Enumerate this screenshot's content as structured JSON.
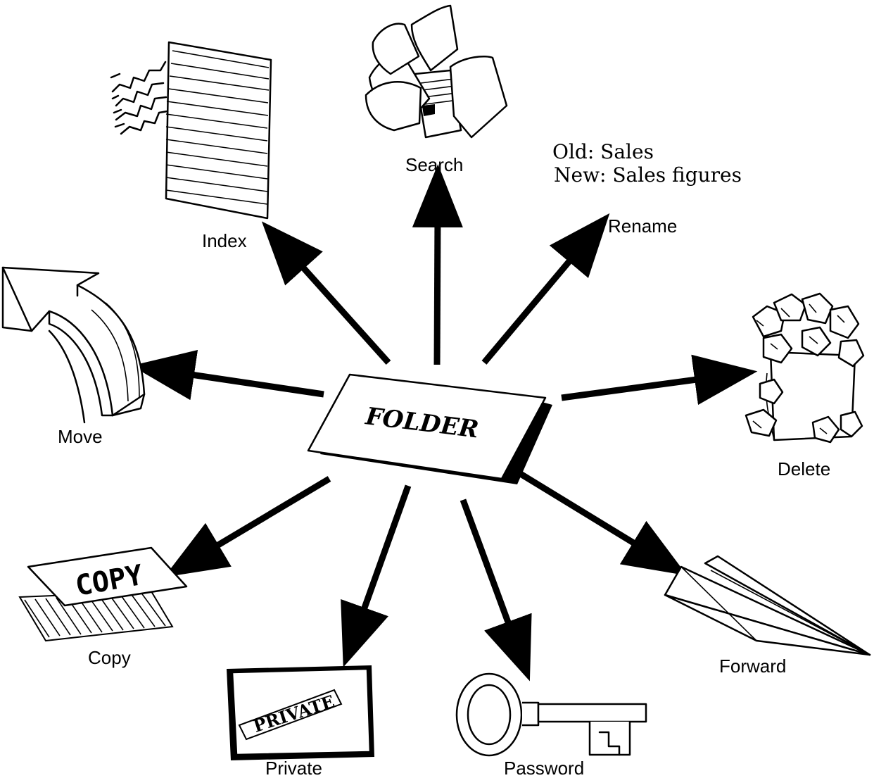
{
  "center": {
    "label": "FOLDER"
  },
  "actions": {
    "search": "Search",
    "index": "Index",
    "rename": "Rename",
    "move": "Move",
    "delete": "Delete",
    "copy": "Copy",
    "private": "Private",
    "password": "Password",
    "forward": "Forward"
  },
  "rename_example": {
    "old": "Old: Sales",
    "new": "New: Sales figures"
  },
  "stamps": {
    "copy_stamp": "COPY",
    "private_stamp": "PRIVATE"
  },
  "colors": {
    "ink": "#000000",
    "paper": "#ffffff"
  }
}
